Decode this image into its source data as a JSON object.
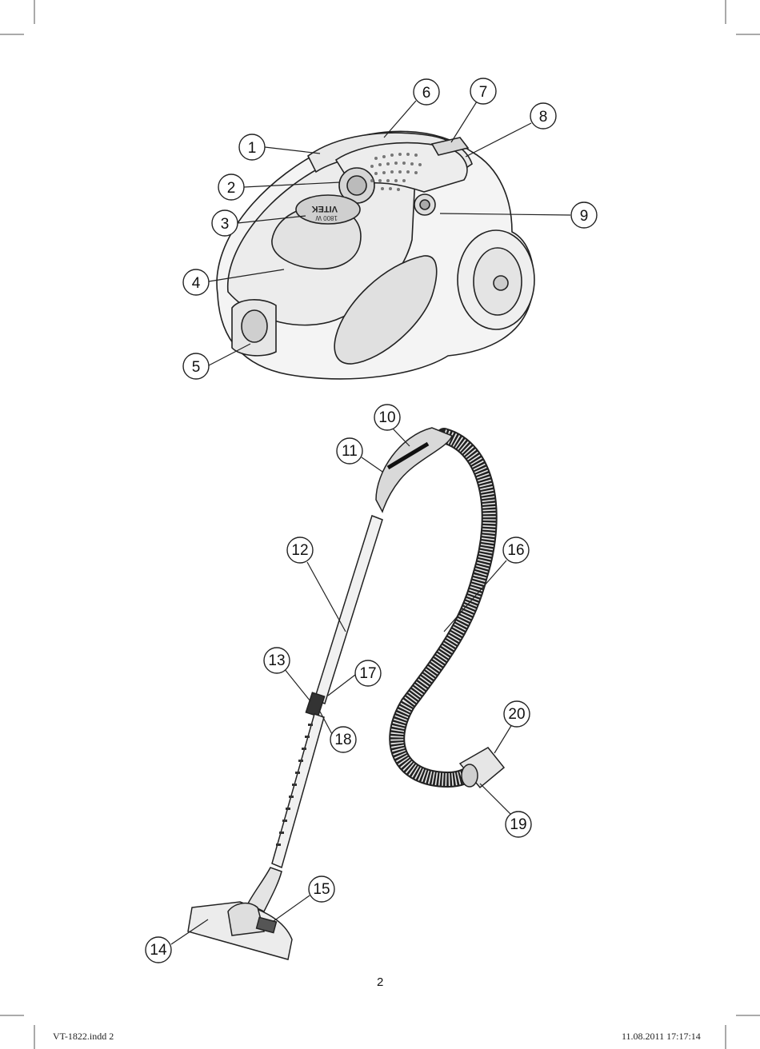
{
  "page_number": "2",
  "footer": {
    "left": "VT-1822.indd   2",
    "right": "11.08.2011   17:17:14"
  },
  "device_badge": {
    "brand": "VITEK",
    "power": "1800 W"
  },
  "callouts": [
    "1",
    "2",
    "3",
    "4",
    "5",
    "6",
    "7",
    "8",
    "9",
    "10",
    "11",
    "12",
    "13",
    "14",
    "15",
    "16",
    "17",
    "18",
    "19",
    "20"
  ]
}
